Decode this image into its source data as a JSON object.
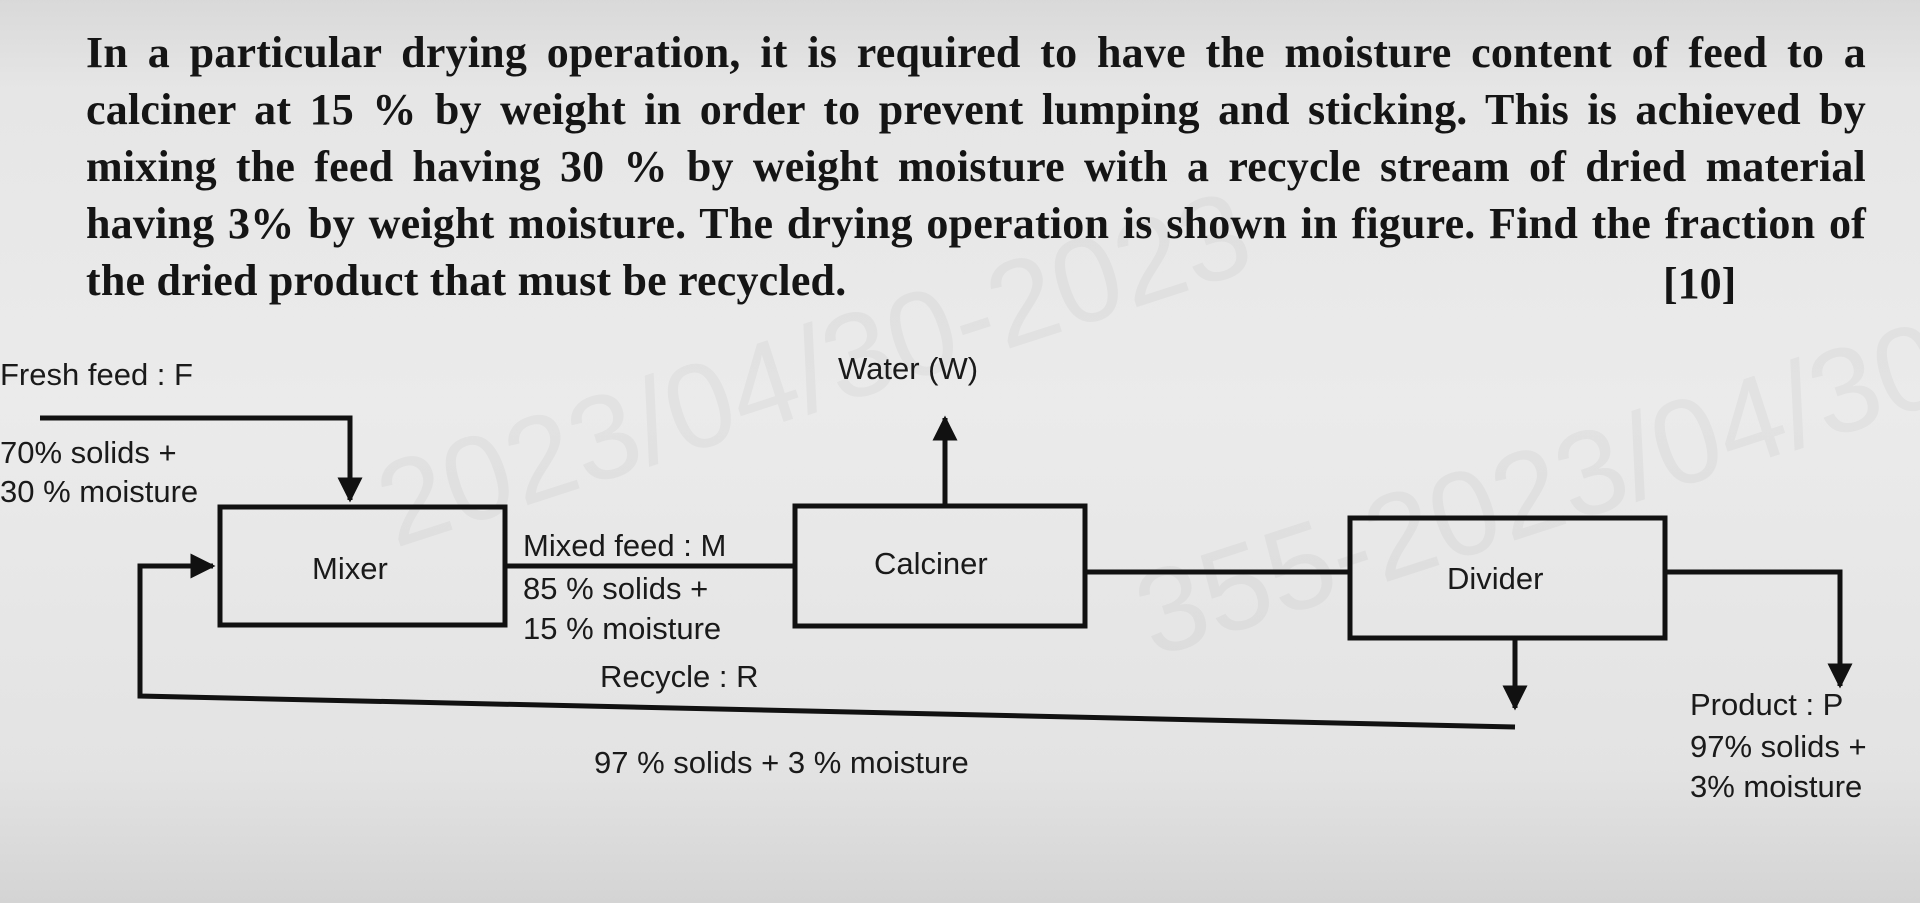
{
  "question": {
    "text": "In a particular drying operation, it is required to have the moisture content of feed to a calciner at 15 % by weight in order to prevent lumping and sticking. This is achieved by mixing the feed having 30 % by weight moisture with a recycle stream of dried material having 3% by weight moisture. The drying operation is shown in figure. Find the fraction of the dried product that must be recycled.",
    "marks": "[10]"
  },
  "diagram": {
    "fresh_feed_label": "Fresh feed : F",
    "fresh_feed_comp1": "70% solids +",
    "fresh_feed_comp2": "30 % moisture",
    "water_label": "Water (W)",
    "mixer_label": "Mixer",
    "mixed_feed_label": "Mixed feed : M",
    "mixed_feed_comp1": "85 % solids +",
    "mixed_feed_comp2": "15 % moisture",
    "calciner_label": "Calciner",
    "divider_label": "Divider",
    "recycle_label": "Recycle : R",
    "recycle_comp": "97 % solids + 3 % moisture",
    "product_label": "Product : P",
    "product_comp1": "97% solids +",
    "product_comp2": "3% moisture"
  },
  "watermark": {
    "text1": "2023/04/30-2023",
    "text2": "355-2023/04/30"
  }
}
